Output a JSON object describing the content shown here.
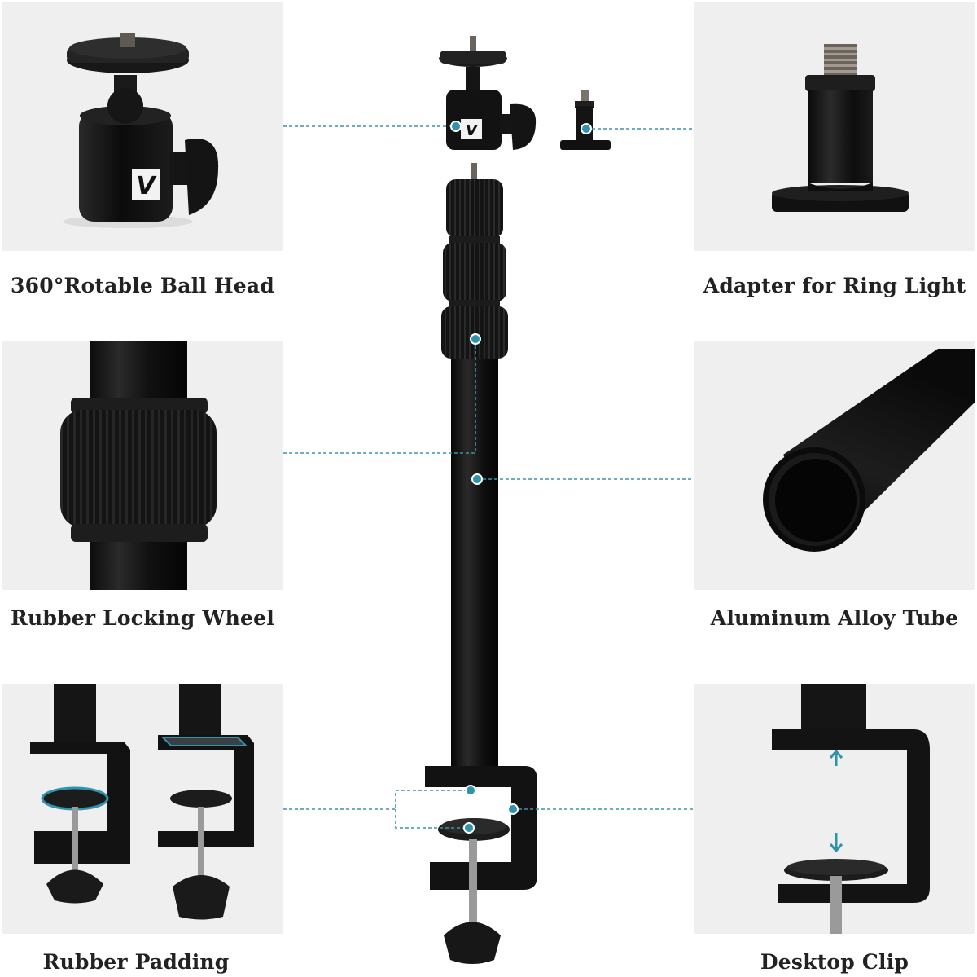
{
  "features": {
    "ball_head": "360°Rotable Ball Head",
    "adapter": "Adapter for Ring Light",
    "locking_wheel": "Rubber Locking Wheel",
    "tube": "Aluminum Alloy Tube",
    "padding": "Rubber Padding",
    "clip": "Desktop Clip"
  },
  "colors": {
    "panel_bg": "#efefef",
    "metal": "#111111",
    "callout": "#2f93ab"
  },
  "icons": {
    "brand_mark": "V"
  }
}
